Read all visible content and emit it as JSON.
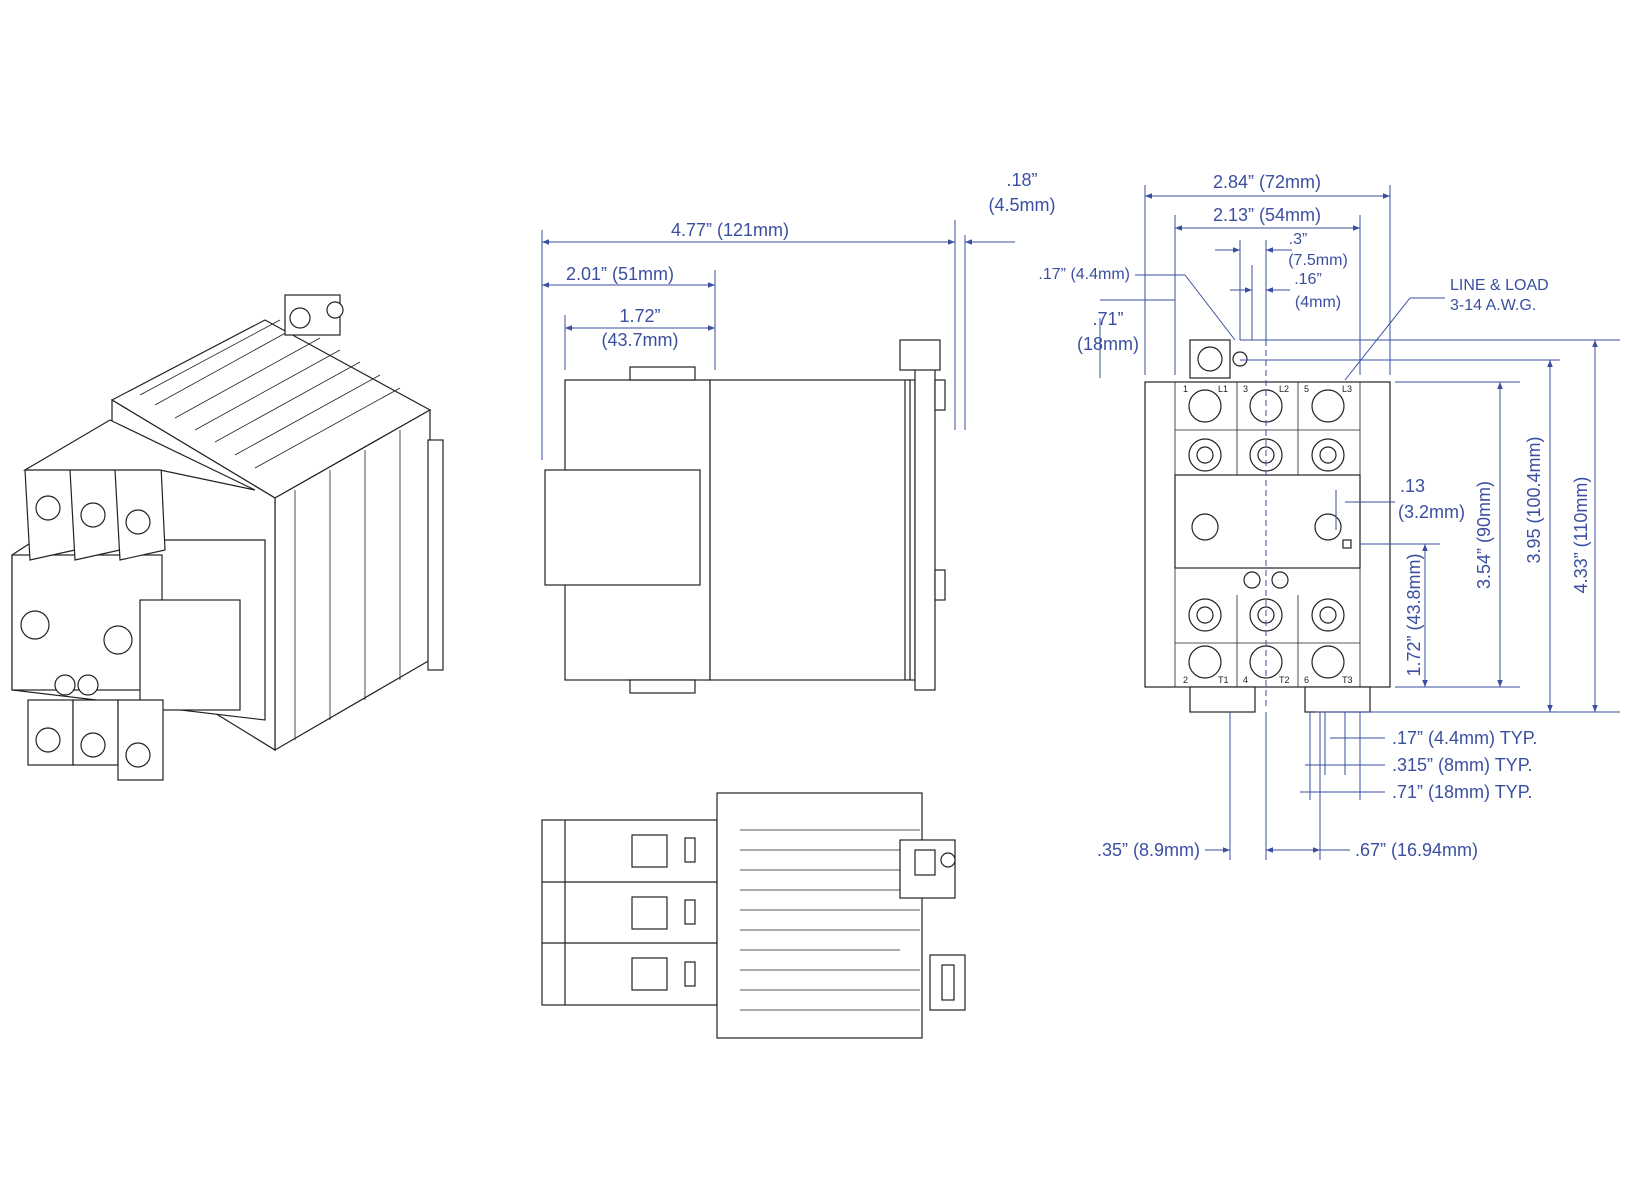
{
  "side_view": {
    "overall_width": "4.77” (121mm)",
    "clip_in": ".18”",
    "clip_mm": "(4.5mm)",
    "front_depth": "2.01” (51mm)",
    "cover_depth_in": "1.72”",
    "cover_depth_mm": "(43.7mm)"
  },
  "front_view": {
    "width_outer": "2.84” (72mm)",
    "width_inner": "2.13” (54mm)",
    "dim_3_in": ".3”",
    "dim_3_mm": "(7.5mm)",
    "dim_16_in": ".16”",
    "dim_16_mm": "(4mm)",
    "dim_17": ".17” (4.4mm)",
    "dim_71_in": ".71”",
    "dim_71_mm": "(18mm)",
    "wire_note_1": "LINE & LOAD",
    "wire_note_2": "3-14 A.W.G.",
    "dim_13_in": ".13",
    "dim_13_mm": "(3.2mm)",
    "dim_172": "1.72” (43.8mm)",
    "dim_354": "3.54” (90mm)",
    "dim_395": "3.95 (100.4mm)",
    "dim_433": "4.33” (110mm)",
    "typ_17": ".17” (4.4mm) TYP.",
    "typ_315": ".315” (8mm) TYP.",
    "typ_71": ".71” (18mm) TYP.",
    "dim_35": ".35” (8.9mm)",
    "dim_67": ".67” (16.94mm)"
  },
  "terminals": {
    "top": [
      "1",
      "L1",
      "3",
      "L2",
      "5",
      "L3"
    ],
    "bottom": [
      "2",
      "T1",
      "4",
      "T2",
      "6",
      "T3"
    ]
  },
  "colors": {
    "dimension": "#3a4fa0",
    "outline": "#222222"
  }
}
